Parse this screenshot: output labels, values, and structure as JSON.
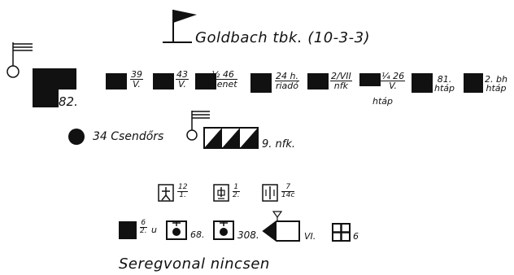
{
  "headquarters": {
    "label": "Goldbach tbk. (10-3-3)"
  },
  "row1": {
    "main_unit": "82.",
    "units": [
      {
        "num": "39",
        "den": "V."
      },
      {
        "num": "43",
        "den": "V."
      },
      {
        "num": "½ 46",
        "den": "menet"
      },
      {
        "num": "24 h.",
        "den": "riadó"
      },
      {
        "num": "2/VII",
        "den": "nfk"
      },
      {
        "num": "¼ 26",
        "den": "V.",
        "sub": "htáp"
      },
      {
        "num": "81.",
        "den": "htáp"
      },
      {
        "num": "2. bh",
        "den": "htáp"
      }
    ]
  },
  "row2": {
    "gendarmerie": "34 Csendőrs",
    "battery": "9. nfk."
  },
  "row3": [
    {
      "num": "12",
      "den": "1."
    },
    {
      "num": "1",
      "den": "2."
    },
    {
      "num": "7",
      "den": "14c"
    }
  ],
  "row4": [
    {
      "num": "6",
      "den": "2.",
      "suffix": "u"
    },
    {
      "label": "68."
    },
    {
      "label": "308."
    },
    {
      "label": "VI."
    },
    {
      "label": "6"
    }
  ],
  "footer": {
    "note": "Seregvonal nincsen"
  }
}
